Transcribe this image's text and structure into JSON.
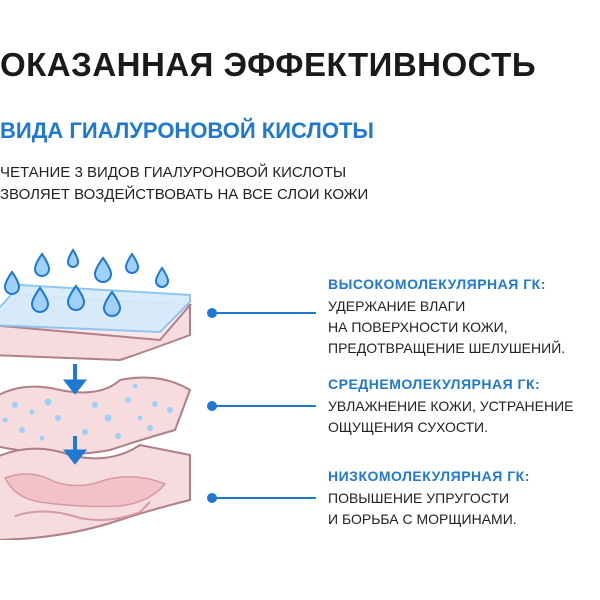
{
  "heading": "ОКАЗАННАЯ ЭФФЕКТИВНОСТЬ",
  "subheading": "ВИДА ГИАЛУРОНОВОЙ КИСЛОТЫ",
  "intro": {
    "line1": "ЧЕТАНИЕ 3 ВИДОВ ГИАЛУРОНОВОЙ КИСЛОТЫ",
    "line2": "ЗВОЛЯЕТ ВОЗДЕЙСТВОВАТЬ НА ВСЕ СЛОИ КОЖИ"
  },
  "layers": [
    {
      "title": "ВЫСОКОМОЛЕКУЛЯРНАЯ ГК:",
      "lines": [
        "УДЕРЖАНИЕ ВЛАГИ",
        "НА ПОВЕРХНОСТИ КОЖИ,",
        "ПРЕДОТВРАЩЕНИЕ ШЕЛУШЕНИЙ."
      ]
    },
    {
      "title": "СРЕДНЕМОЛЕКУЛЯРНАЯ ГК:",
      "lines": [
        "УВЛАЖНЕНИЕ КОЖИ, УСТРАНЕНИЕ",
        "ОЩУЩЕНИЯ СУХОСТИ."
      ]
    },
    {
      "title": "НИЗКОМОЛЕКУЛЯРНАЯ ГК:",
      "lines": [
        "ПОВЫШЕНИЕ УПРУГОСТИ",
        "И БОРЬБА С МОРЩИНАМИ."
      ]
    }
  ],
  "colors": {
    "accent": "#1f78d1",
    "text": "#222222",
    "skin_fill": "#f6dcdf",
    "skin_edge": "#b07f8a",
    "gel": "#d6ebfa"
  },
  "icons": [
    "water-drop-icon",
    "arrow-down-icon",
    "connector-dot-icon"
  ]
}
